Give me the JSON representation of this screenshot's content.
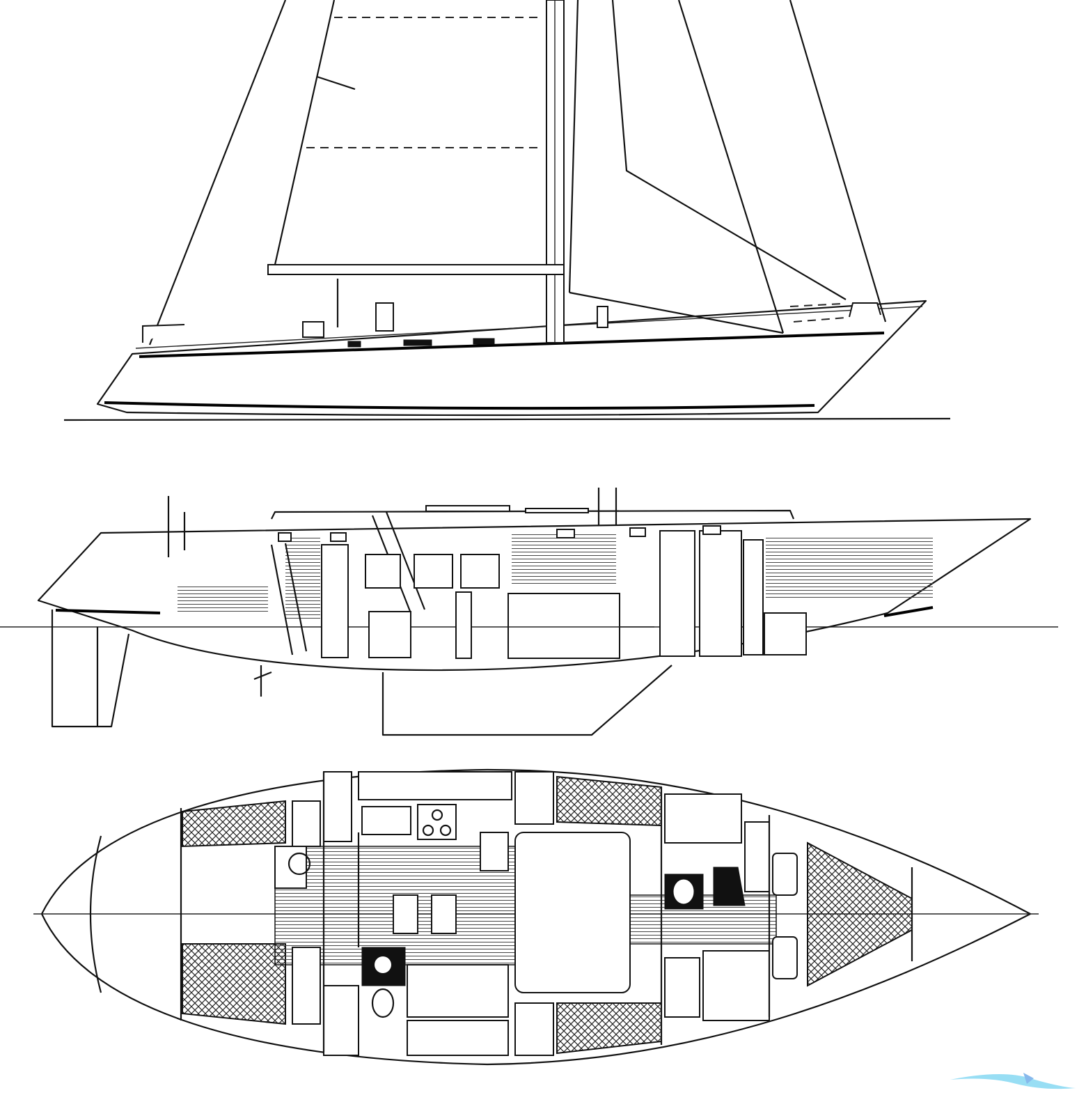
{
  "drawing": {
    "views": [
      "sail-plan",
      "inboard-profile",
      "accommodation-plan"
    ]
  },
  "colors": {
    "line": "#111111",
    "background": "#ffffff",
    "watermark": "#7fd6f2"
  }
}
